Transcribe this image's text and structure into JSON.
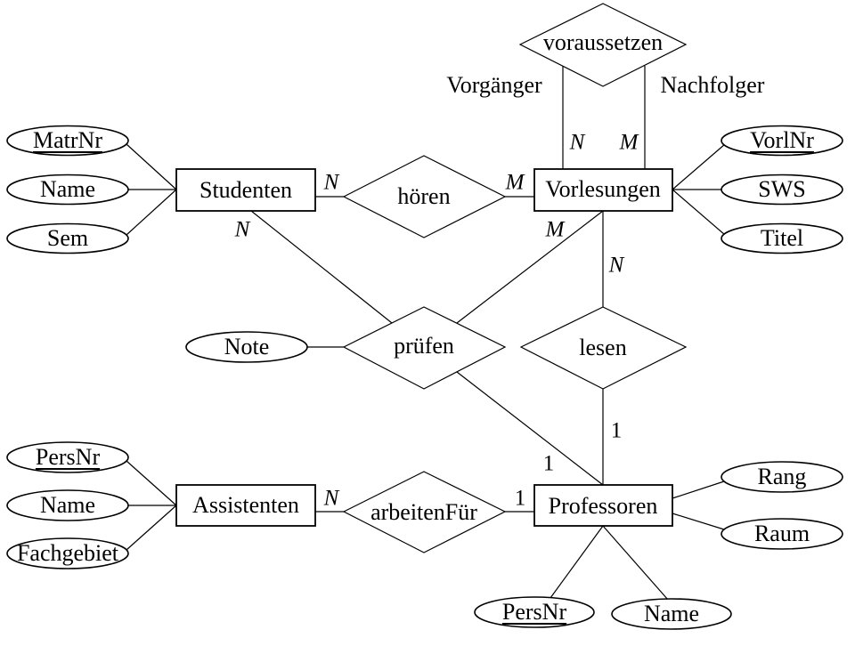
{
  "entities": {
    "studenten": {
      "label": "Studenten",
      "attributes": [
        {
          "label": "MatrNr",
          "key": true
        },
        {
          "label": "Name",
          "key": false
        },
        {
          "label": "Sem",
          "key": false
        }
      ]
    },
    "vorlesungen": {
      "label": "Vorlesungen",
      "attributes": [
        {
          "label": "VorlNr",
          "key": true
        },
        {
          "label": "SWS",
          "key": false
        },
        {
          "label": "Titel",
          "key": false
        }
      ]
    },
    "assistenten": {
      "label": "Assistenten",
      "attributes": [
        {
          "label": "PersNr",
          "key": true
        },
        {
          "label": "Name",
          "key": false
        },
        {
          "label": "Fachgebiet",
          "key": false
        }
      ]
    },
    "professoren": {
      "label": "Professoren",
      "attributes": [
        {
          "label": "Rang",
          "key": false
        },
        {
          "label": "Raum",
          "key": false
        },
        {
          "label": "PersNr",
          "key": true
        },
        {
          "label": "Name",
          "key": false
        }
      ]
    }
  },
  "relationships": {
    "voraussetzen": {
      "label": "voraussetzen",
      "roles": {
        "vorgaenger": "Vorgänger",
        "nachfolger": "Nachfolger"
      },
      "cardinality": {
        "vorgaenger": "N",
        "nachfolger": "M"
      }
    },
    "hoeren": {
      "label": "hören",
      "cardinality": {
        "studenten": "N",
        "vorlesungen": "M"
      }
    },
    "pruefen": {
      "label": "prüfen",
      "attributes": [
        {
          "label": "Note",
          "key": false
        }
      ],
      "cardinality": {
        "studenten": "N",
        "vorlesungen": "M",
        "professoren": "1"
      }
    },
    "lesen": {
      "label": "lesen",
      "cardinality": {
        "vorlesungen": "N",
        "professoren": "1"
      }
    },
    "arbeiten_fuer": {
      "label": "arbeitenFür",
      "cardinality": {
        "assistenten": "N",
        "professoren": "1"
      }
    }
  }
}
